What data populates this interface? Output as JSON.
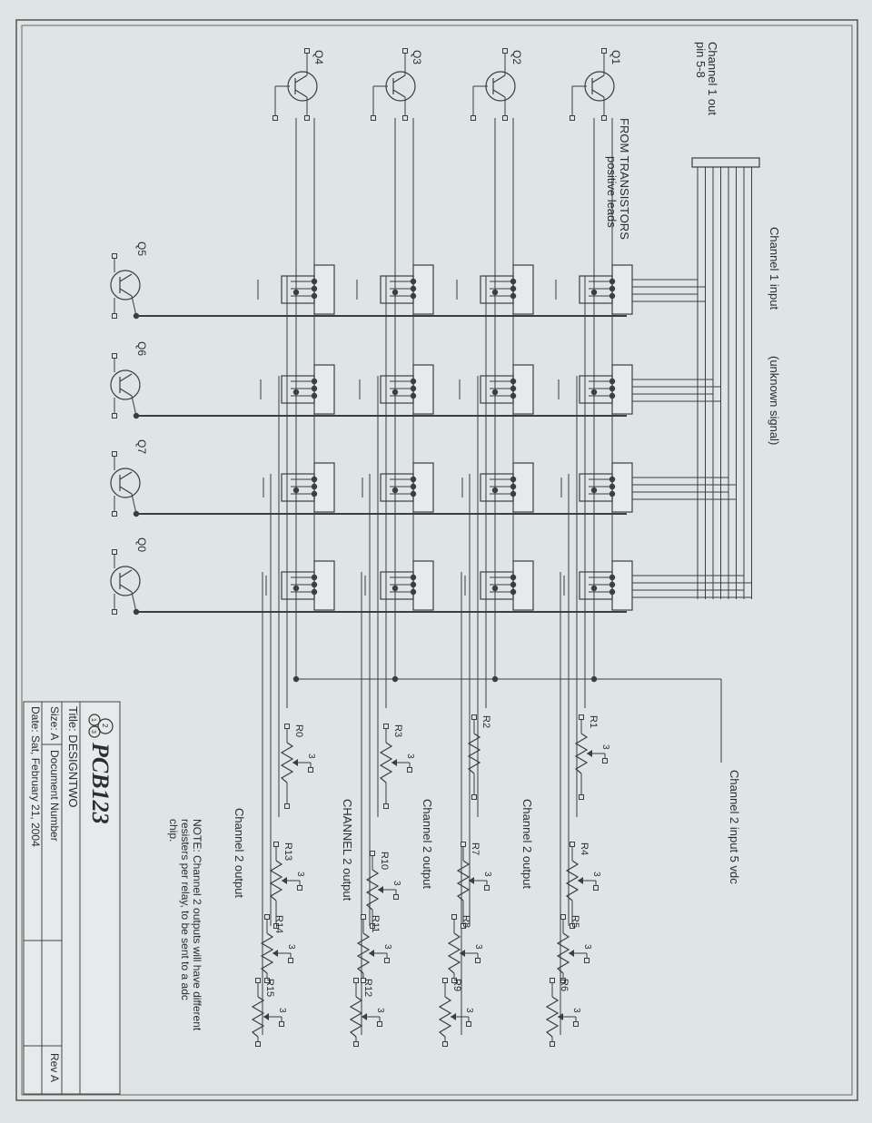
{
  "labels": {
    "ch1_out": "Channel 1 out",
    "ch1_out_pins": "pin 5-8",
    "from_transistors": "FROM TRANSISTORS",
    "positive_leads": "positive leads",
    "ch1_input": "Channel 1 input",
    "unknown_signal": "(unknown signal)",
    "ch2_input": "Channel 2    input 5 vdc",
    "ch2_out_a": "Channel 2 output",
    "ch2_out_b": "Channel 2 output",
    "ch2_out_c": "CHANNEL 2 output",
    "ch2_out_d": "Channel 2 output",
    "note": "NOTE: Channel 2 outputs will have different",
    "note2": "resisters per relay,  to be sent to a adc",
    "note3": "chip."
  },
  "transistors_top": [
    "Q1",
    "Q2",
    "Q3",
    "Q4"
  ],
  "transistors_left": [
    "Q5",
    "Q6",
    "Q7",
    "Q0"
  ],
  "resistors": [
    "R1",
    "R2",
    "R3",
    "R0",
    "R4",
    "R5",
    "R6",
    "R7",
    "R8",
    "R9",
    "R10",
    "R11",
    "R12",
    "R13",
    "R14",
    "R15"
  ],
  "pot_pin": "3",
  "title_block": {
    "company": "PCB123",
    "title": "Title: DESIGNTWO",
    "size": "Size: A",
    "doc_number": "Document Number",
    "date": "Date: Sat, February 21, 2004",
    "rev": "Rev A"
  }
}
